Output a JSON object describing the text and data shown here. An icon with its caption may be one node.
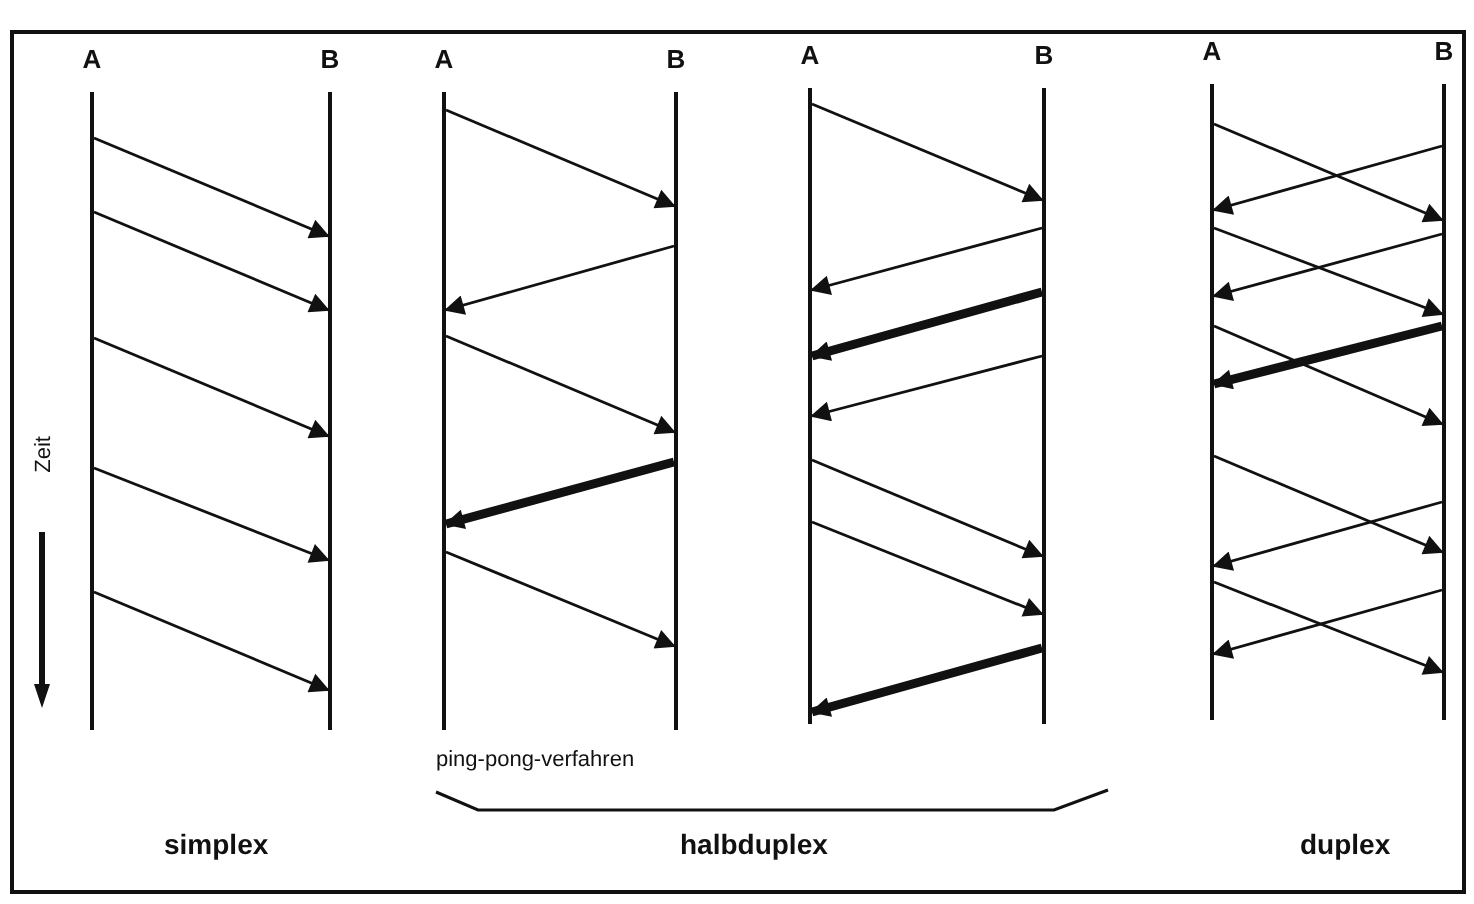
{
  "diagram": {
    "nodes": [
      {
        "text": [
          "A"
        ]
      },
      {
        "text": [
          "B"
        ]
      },
      {
        "text": [
          "A"
        ]
      },
      {
        "text": [
          "B"
        ]
      },
      {
        "text": [
          "A"
        ]
      },
      {
        "text": [
          "B"
        ]
      },
      {
        "text": [
          "A"
        ]
      },
      {
        "text": [
          "B"
        ]
      }
    ],
    "edges": [
      {
        "from": 0,
        "to": 1,
        "arrow": "to"
      },
      {
        "from": 0,
        "to": 1,
        "arrow": "to"
      },
      {
        "from": 0,
        "to": 1,
        "arrow": "to"
      },
      {
        "from": 0,
        "to": 1,
        "arrow": "to"
      },
      {
        "from": 0,
        "to": 1,
        "arrow": "to"
      },
      {
        "from": 2,
        "to": 3,
        "arrow": "to"
      },
      {
        "from": 3,
        "to": 2,
        "arrow": "to"
      },
      {
        "from": 2,
        "to": 3,
        "arrow": "to"
      },
      {
        "from": 3,
        "to": 2,
        "arrow": "to",
        "style": "thick"
      },
      {
        "from": 2,
        "to": 3,
        "arrow": "to"
      },
      {
        "from": 4,
        "to": 5,
        "arrow": "to"
      },
      {
        "from": 5,
        "to": 4,
        "arrow": "to"
      },
      {
        "from": 5,
        "to": 4,
        "arrow": "to",
        "style": "thick"
      },
      {
        "from": 5,
        "to": 4,
        "arrow": "to"
      },
      {
        "from": 4,
        "to": 5,
        "arrow": "to"
      },
      {
        "from": 4,
        "to": 5,
        "arrow": "to"
      },
      {
        "from": 5,
        "to": 4,
        "arrow": "to",
        "style": "thick"
      },
      {
        "from": 6,
        "to": 7,
        "arrow": "to"
      },
      {
        "from": 7,
        "to": 6,
        "arrow": "to"
      },
      {
        "from": 6,
        "to": 7,
        "arrow": "to"
      },
      {
        "from": 7,
        "to": 6,
        "arrow": "to"
      },
      {
        "from": 6,
        "to": 7,
        "arrow": "to"
      },
      {
        "from": 7,
        "to": 6,
        "arrow": "to",
        "style": "thick"
      },
      {
        "from": 6,
        "to": 7,
        "arrow": "to"
      },
      {
        "from": 7,
        "to": 6,
        "arrow": "to"
      },
      {
        "from": 6,
        "to": 7,
        "arrow": "to"
      },
      {
        "from": 7,
        "to": 6,
        "arrow": "to"
      }
    ],
    "labels": [
      "Zeit",
      "ping-pong-verfahren",
      "simplex",
      "halbduplex",
      "duplex"
    ]
  }
}
